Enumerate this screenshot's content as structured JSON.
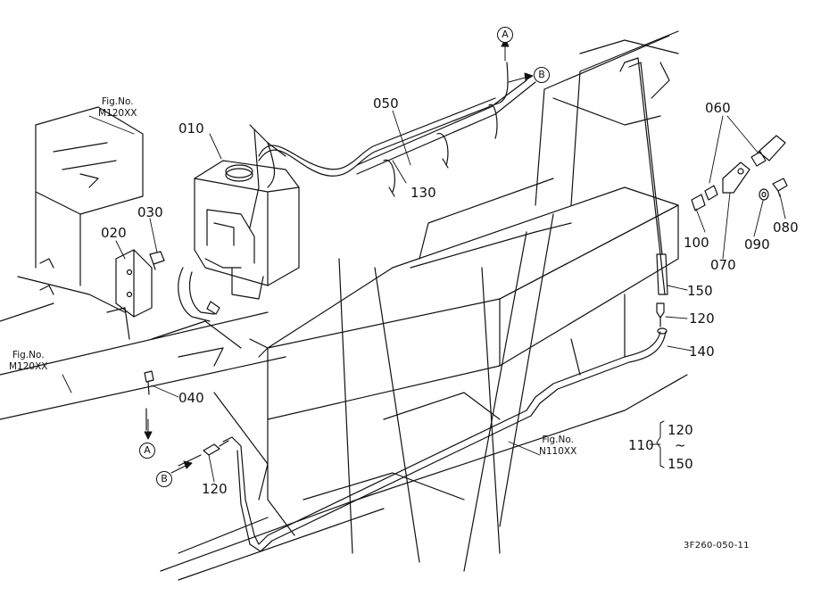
{
  "part_numbers": {
    "p010": "010",
    "p020": "020",
    "p030": "030",
    "p040": "040",
    "p050": "050",
    "p060": "060",
    "p070": "070",
    "p080": "080",
    "p090": "090",
    "p100": "100",
    "p110": "110",
    "p120a": "120",
    "p120b": "120",
    "p120c": "120",
    "p130": "130",
    "p140": "140",
    "p150a": "150",
    "p150b": "150",
    "tilde": "~"
  },
  "figure_refs": {
    "top_left": {
      "line1": "Fig.No.",
      "line2": "M120XX"
    },
    "left": {
      "line1": "Fig.No.",
      "line2": "M120XX"
    },
    "bottom_right": {
      "line1": "Fig.No.",
      "line2": "N110XX"
    }
  },
  "connection_markers": {
    "a_top": "A",
    "b_top": "B",
    "a_bottom": "A",
    "b_bottom": "B"
  },
  "drawing_code": "3F260-050-11"
}
